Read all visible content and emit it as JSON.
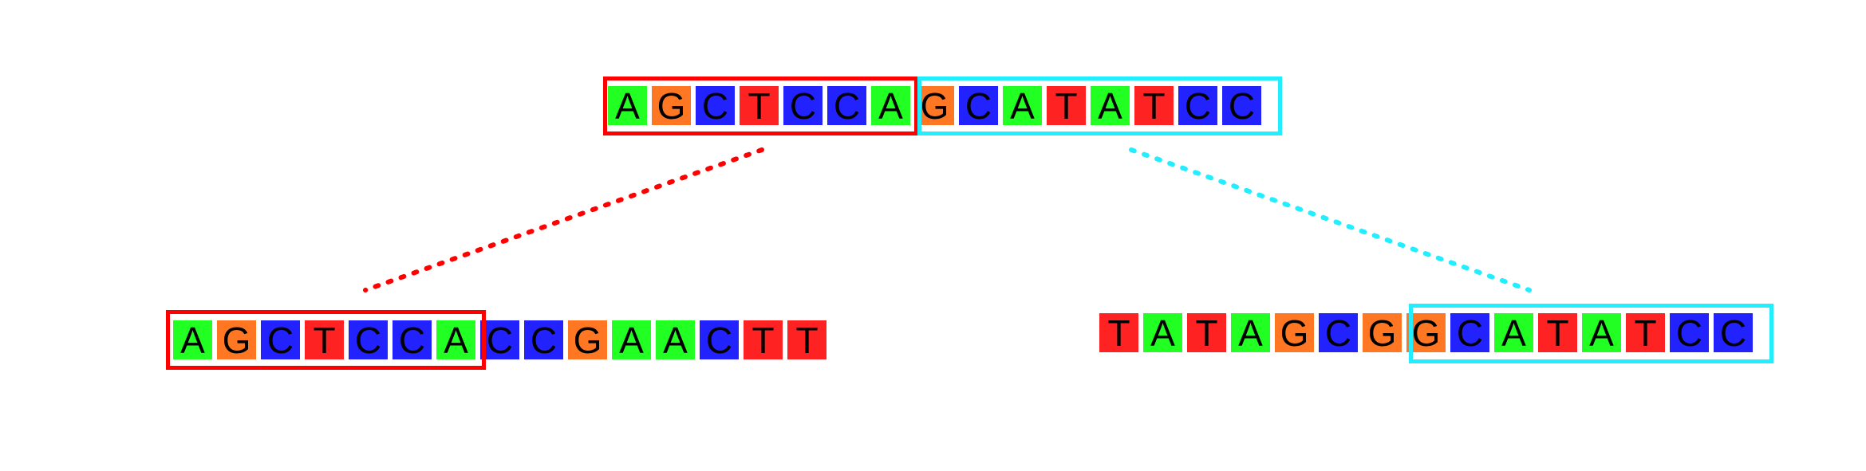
{
  "colors": {
    "A": "#22ff22",
    "G": "#ff7722",
    "C": "#2222ff",
    "T": "#ff2222",
    "left_highlight": "#ff0000",
    "right_highlight": "#22eeff"
  },
  "sequences": {
    "top": [
      "A",
      "G",
      "C",
      "T",
      "C",
      "C",
      "A",
      "G",
      "C",
      "A",
      "T",
      "A",
      "T",
      "C",
      "C"
    ],
    "bottom_left": [
      "A",
      "G",
      "C",
      "T",
      "C",
      "C",
      "A",
      "C",
      "C",
      "G",
      "A",
      "A",
      "C",
      "T",
      "T"
    ],
    "bottom_right": [
      "T",
      "A",
      "T",
      "A",
      "G",
      "C",
      "G",
      "G",
      "C",
      "A",
      "T",
      "A",
      "T",
      "C",
      "C"
    ]
  },
  "highlights": {
    "top_left": "AGCTCCA",
    "top_right": "GCATATCC",
    "bottom_left": "AGCTCCA",
    "bottom_right": "GCATATCC"
  }
}
